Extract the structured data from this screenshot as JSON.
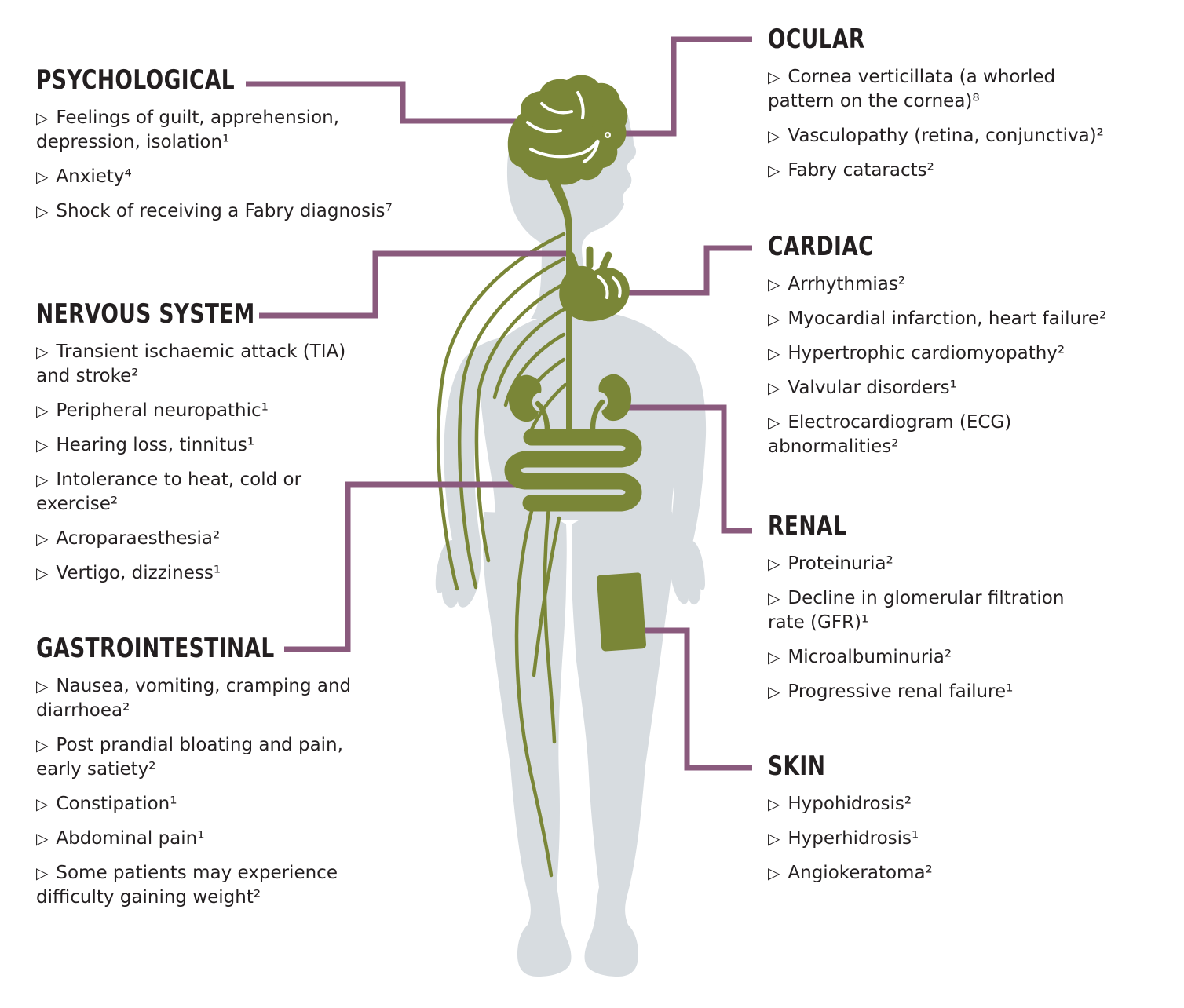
{
  "colors": {
    "accent_purple": "#8a5a7d",
    "organ_olive": "#7a8637",
    "body_gray": "#d7dce0",
    "text": "#231f20"
  },
  "icons": {
    "bullet": "▷"
  },
  "figure": {
    "description": "human-body-silhouette-with-organs"
  },
  "sections": {
    "psychological": {
      "title": "PSYCHOLOGICAL",
      "items": [
        "Feelings of guilt, apprehension,\ndepression, isolation¹",
        "Anxiety⁴",
        "Shock of receiving a Fabry diagnosis⁷"
      ]
    },
    "nervous_system": {
      "title": "NERVOUS SYSTEM",
      "items": [
        "Transient ischaemic attack (TIA)\nand stroke²",
        "Peripheral neuropathic¹",
        "Hearing loss, tinnitus¹",
        "Intolerance to heat, cold or\nexercise²",
        "Acroparaesthesia²",
        "Vertigo, dizziness¹"
      ]
    },
    "gastrointestinal": {
      "title": "GASTROINTESTINAL",
      "items": [
        "Nausea, vomiting, cramping and\ndiarrhoea²",
        "Post prandial bloating and pain,\nearly satiety²",
        "Constipation¹",
        "Abdominal pain¹",
        "Some patients may experience\ndifficulty gaining weight²"
      ]
    },
    "ocular": {
      "title": "OCULAR",
      "items": [
        "Cornea verticillata (a whorled\npattern on the cornea)⁸",
        "Vasculopathy (retina, conjunctiva)²",
        "Fabry cataracts²"
      ]
    },
    "cardiac": {
      "title": "CARDIAC",
      "items": [
        "Arrhythmias²",
        "Myocardial infarction, heart failure²",
        "Hypertrophic cardiomyopathy²",
        "Valvular disorders¹",
        "Electrocardiogram (ECG)\nabnormalities²"
      ]
    },
    "renal": {
      "title": "RENAL",
      "items": [
        "Proteinuria²",
        "Decline in glomerular filtration\nrate (GFR)¹",
        "Microalbuminuria²",
        "Progressive renal failure¹"
      ]
    },
    "skin": {
      "title": "SKIN",
      "items": [
        "Hypohidrosis²",
        "Hyperhidrosis¹",
        "Angiokeratoma²"
      ]
    }
  }
}
